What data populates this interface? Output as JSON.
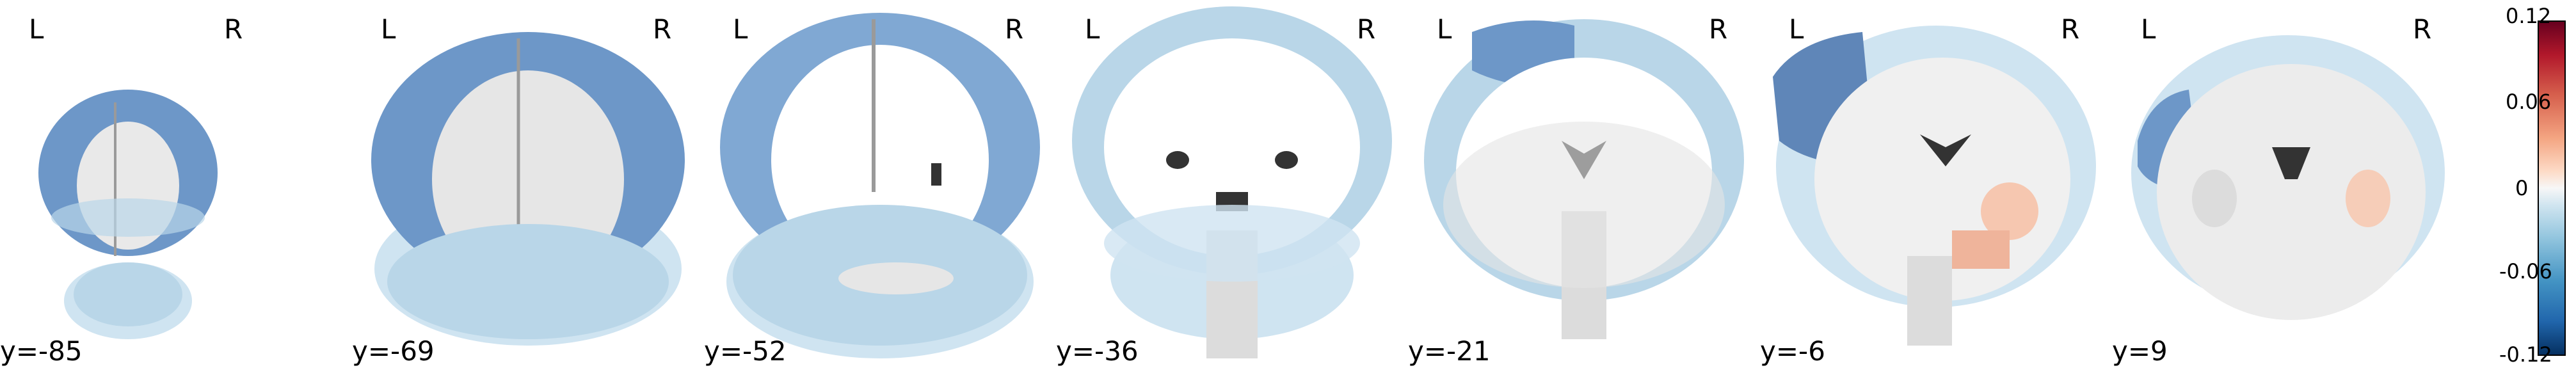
{
  "panels": [
    {
      "left": "L",
      "right": "R",
      "coord": "y=-85"
    },
    {
      "left": "L",
      "right": "R",
      "coord": "y=-69"
    },
    {
      "left": "L",
      "right": "R",
      "coord": "y=-52"
    },
    {
      "left": "L",
      "right": "R",
      "coord": "y=-36"
    },
    {
      "left": "L",
      "right": "R",
      "coord": "y=-21"
    },
    {
      "left": "L",
      "right": "R",
      "coord": "y=-6"
    },
    {
      "left": "L",
      "right": "R",
      "coord": "y=9"
    }
  ],
  "colorbar": {
    "ticks": [
      "0.12",
      "0.06",
      "0",
      "-0.06",
      "-0.12"
    ],
    "colors": {
      "high": "#67001f",
      "mid": "#f7f7f7",
      "low": "#053061"
    }
  }
}
